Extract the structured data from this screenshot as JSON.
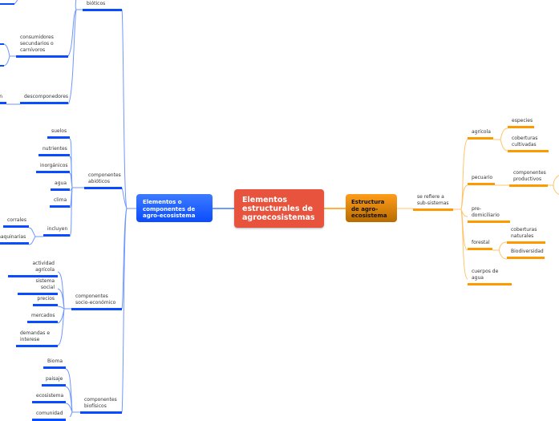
{
  "central": {
    "label": "Elementos estructurales de agroecosistemas"
  },
  "left_branch": {
    "label": "Elementos o componentes de agro-ecosistema",
    "bioticos": {
      "label": "bióticos",
      "children": [
        "consumidores secundarios o carnívoros",
        "descomponedores"
      ],
      "cut_off_fragment": "n"
    },
    "abioticos": {
      "label": "componentes abióticos",
      "children": [
        "suelos",
        "nutrientes",
        "inorgánicos",
        "agua",
        "clima",
        "incluyen"
      ],
      "incluyen_children": [
        "corrales",
        "maquinarias"
      ]
    },
    "socioeconomico": {
      "label": "componentes socio-económico",
      "children": [
        "actividad agrícola",
        "sistema social",
        "precios",
        "mercados",
        "demandas e interese"
      ]
    },
    "biofisicos": {
      "label": "componentes biofísicos",
      "children": [
        "Bioma",
        "paisaje",
        "ecosistema",
        "comunidad"
      ]
    }
  },
  "right_branch": {
    "label": "Estructura de agro-ecosistema",
    "subsistemas": {
      "label": "se refiere a sub-sistemas"
    },
    "agricola": {
      "label": "agrícola",
      "children": [
        "especies",
        "coberturas cultivadas"
      ]
    },
    "pecuario": {
      "label": "pecuario",
      "children": [
        "componentes productivos"
      ]
    },
    "predomiciliario": {
      "label": "pre-domiciliario"
    },
    "forestal": {
      "label": "forestal",
      "children": [
        "coberturas naturales",
        "Biodiversidad"
      ]
    },
    "cuerpos": {
      "label": "cuerpos de agua"
    }
  },
  "colors": {
    "central": "#e8533d",
    "left": "#0a4cff",
    "right": "#ff9900"
  }
}
